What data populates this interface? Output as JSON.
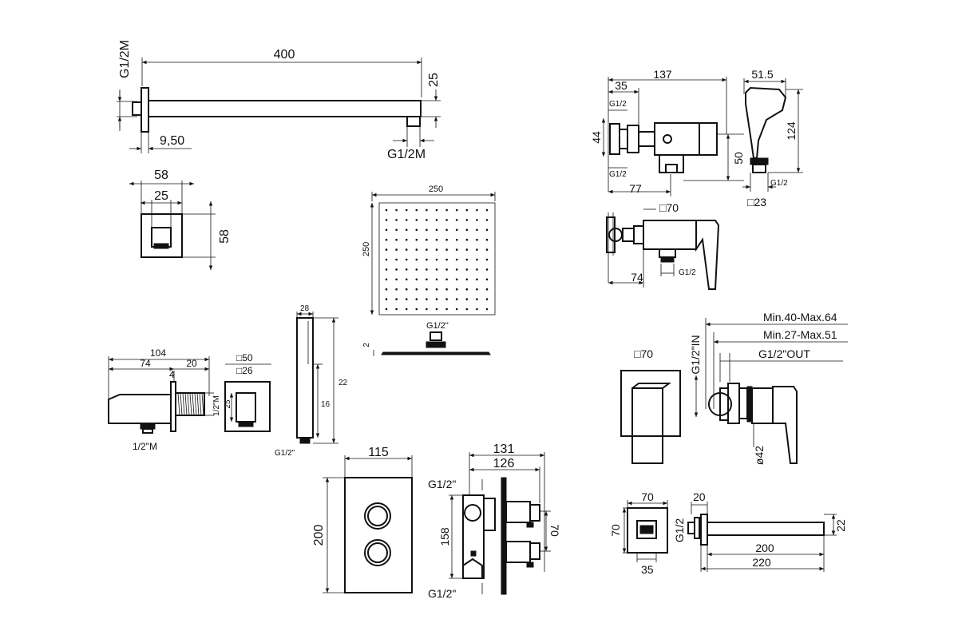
{
  "diagram": {
    "shower_arm": {
      "length": "400",
      "thread_top": "G1/2M",
      "height": "25",
      "offset": "9,50",
      "thread_bottom": "G1/2M"
    },
    "wall_flange": {
      "width": "58",
      "inner": "25",
      "height": "58"
    },
    "shower_head": {
      "width": "250",
      "height": "250",
      "connection": "G1/2\"",
      "thickness": "2"
    },
    "bidet_valve": {
      "overall": "137",
      "offset": "35",
      "thread_a": "G1/2",
      "height": "44",
      "thread_b": "G1/2",
      "depth": "77",
      "outlet_height": "50"
    },
    "bidet_spray": {
      "width": "51.5",
      "height": "124",
      "thread": "G1/2",
      "square": "□23"
    },
    "single_mixer": {
      "square": "□70",
      "depth": "74",
      "thread": "G1/2"
    },
    "concealed_mixer": {
      "range_a": "Min.40-Max.64",
      "range_b": "Min.27-Max.51",
      "outlet": "G1/2\"OUT",
      "inlet": "G1/2\"IN",
      "square": "□70",
      "diameter": "ø42"
    },
    "wall_outlet": {
      "overall": "104",
      "left": "74",
      "right": "20",
      "flange": "4",
      "thread_side": "1/2\"M",
      "thread_bottom": "1/2\"M",
      "square_outer": "□50",
      "square_inner": "□26",
      "inner_height": "25"
    },
    "hand_shower": {
      "width": "28",
      "height": "22",
      "hose_length": "16",
      "thread": "G1/2\""
    },
    "thermostatic_plate": {
      "width": "115",
      "height": "200"
    },
    "thermostatic_body": {
      "depth_max": "131",
      "depth_min": "126",
      "thread_top": "G1/2\"",
      "thread_bottom": "G1/2\"",
      "height": "158",
      "spacing": "70"
    },
    "spout": {
      "plate_width": "70",
      "plate_height": "70",
      "center": "35",
      "thread": "G1/2",
      "thickness": "20",
      "height": "22",
      "length_inner": "200",
      "length_total": "220"
    }
  }
}
